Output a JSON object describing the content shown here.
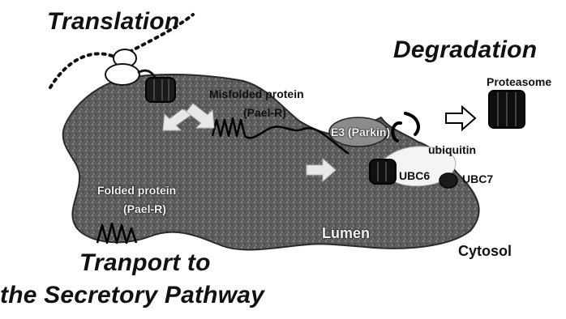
{
  "labels": {
    "translation": "Translation",
    "degradation": "Degradation",
    "proteasome": "Proteasome",
    "misfolded_line1": "Misfolded protein",
    "misfolded_line2": "(Pael-R)",
    "e3_parkin": "E3 (Parkin)",
    "ubiquitin": "ubiquitin",
    "ubc6": "UBC6",
    "ubc7": "UBC7",
    "folded_line1": "Folded protein",
    "folded_line2": "(Pael-R)",
    "lumen": "Lumen",
    "cytosol": "Cytosol",
    "transport_line1": "Tranport to",
    "transport_line2": "the Secretory Pathway"
  },
  "icons": {
    "ribosome": "ribosome-icon",
    "translocon": "translocon-icon",
    "proteasome": "proteasome-icon",
    "arrow": "arrow-icon"
  },
  "colors": {
    "er_fill": "#5c5c5c",
    "er_edge": "#2a2a2a",
    "arrow_fill": "#e8e8e8",
    "text": "#111111"
  }
}
